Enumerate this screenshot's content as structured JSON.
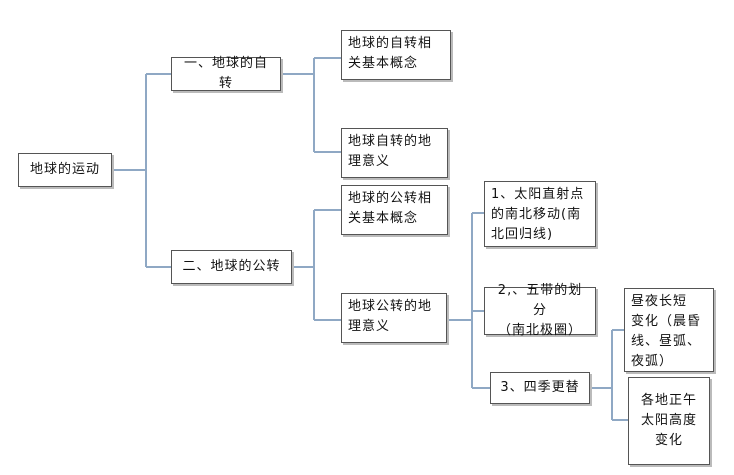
{
  "nodes": {
    "root": "地球的运动",
    "rotation": "一、地球的自转",
    "revolution": "二、地球的公转",
    "rot_concepts": "地球的自转相\n关基本概念",
    "rot_meaning": "地球自转的地\n理意义",
    "rev_concepts": "地球的公转相\n关基本概念",
    "rev_meaning": "地球公转的地\n理意义",
    "sun_direct": "1、太阳直射点\n的南北移动(南\n北回归线)",
    "five_zones": "2,、五带的划分\n（南北极圈）",
    "seasons": "3、四季更替",
    "day_night": "昼夜长短\n变化（晨昏\n线、昼弧、\n夜弧）",
    "noon_altitude": "各地正午\n太阳高度\n变化"
  }
}
